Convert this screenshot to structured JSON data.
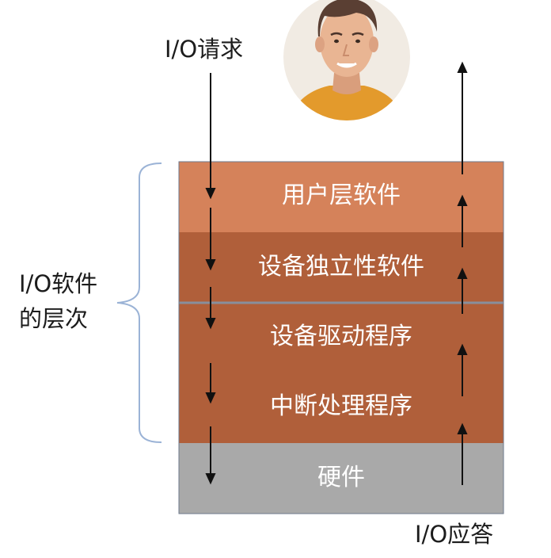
{
  "io_request_label": "I/O请求",
  "io_response_label": "I/O应答",
  "hierarchy_label": {
    "line1": "I/O软件",
    "line2": "的层次"
  },
  "layers": [
    {
      "label": "用户层软件"
    },
    {
      "label": "设备独立性软件"
    },
    {
      "label": "设备驱动程序"
    },
    {
      "label": "中断处理程序"
    },
    {
      "label": "硬件"
    }
  ],
  "colors": {
    "user_layer": "#d5825a",
    "middle_layers": "#b05f3a",
    "hardware": "#a9a9a9",
    "separator": "#888f9c",
    "brace": "#9bb3d6",
    "arrow": "#111111",
    "person_skin": "#e9b593",
    "person_hair": "#5a3f33",
    "person_shirt": "#e39a2c",
    "avatar_bg": "#f1ebe3"
  }
}
